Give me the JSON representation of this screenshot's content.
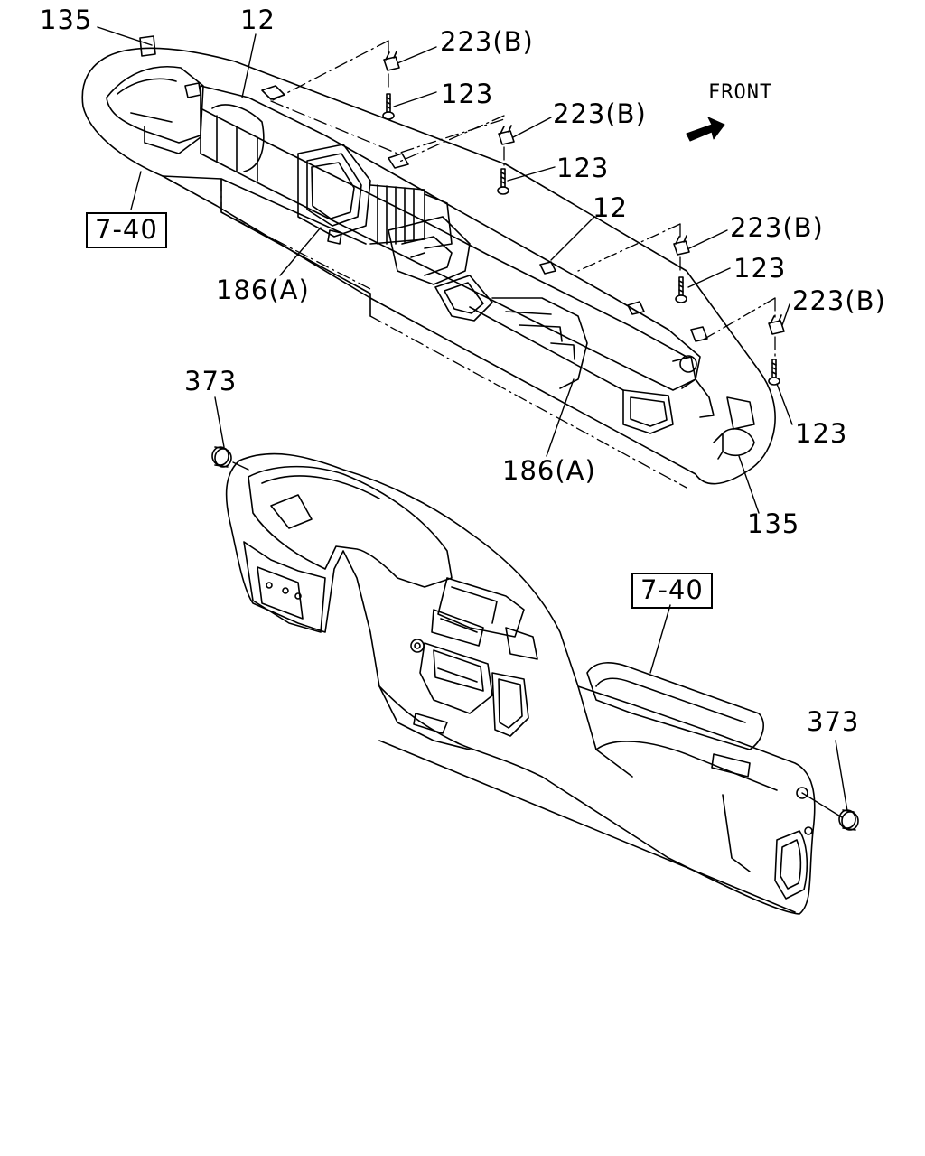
{
  "direction": {
    "label": "FRONT"
  },
  "callouts": {
    "part_135_top": "135",
    "part_12_top": "12",
    "part_223b_1": "223(B)",
    "part_123_1": "123",
    "part_223b_2": "223(B)",
    "part_123_2": "123",
    "part_12_mid": "12",
    "part_223b_3": "223(B)",
    "part_123_3": "123",
    "part_223b_4": "223(B)",
    "part_123_4": "123",
    "part_186a_left": "186(A)",
    "part_186a_right": "186(A)",
    "part_135_right": "135",
    "part_373_left": "373",
    "part_373_right": "373"
  },
  "references": {
    "ref_top": "7-40",
    "ref_bottom": "7-40"
  }
}
